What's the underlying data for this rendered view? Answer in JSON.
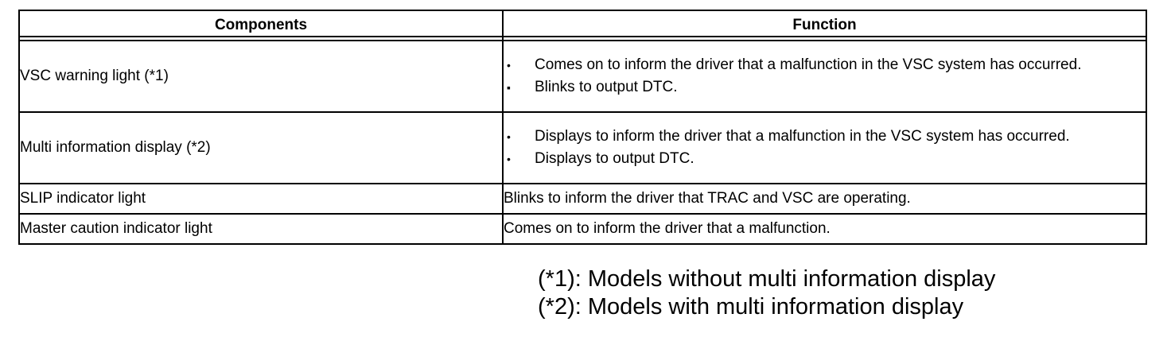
{
  "table": {
    "headers": [
      "Components",
      "Function"
    ],
    "rows": [
      {
        "component": "VSC warning light (*1)",
        "functions": [
          {
            "bullet": "•",
            "text": "Comes on to inform the driver that a malfunction in the VSC system has occurred."
          },
          {
            "bullet": "▪",
            "text": "Blinks to output DTC."
          }
        ]
      },
      {
        "component": "Multi information display (*2)",
        "functions": [
          {
            "bullet": "•",
            "text": "Displays to inform the driver that a malfunction in the VSC system has occurred."
          },
          {
            "bullet": "•",
            "text": "Displays to output DTC."
          }
        ]
      },
      {
        "component": "SLIP indicator light",
        "function": "Blinks to inform the driver that TRAC and VSC are operating."
      },
      {
        "component": "Master caution indicator light",
        "function": "Comes on to inform the driver that a malfunction."
      }
    ]
  },
  "notes": [
    "(*1): Models without multi information display",
    "(*2): Models with multi information display"
  ]
}
